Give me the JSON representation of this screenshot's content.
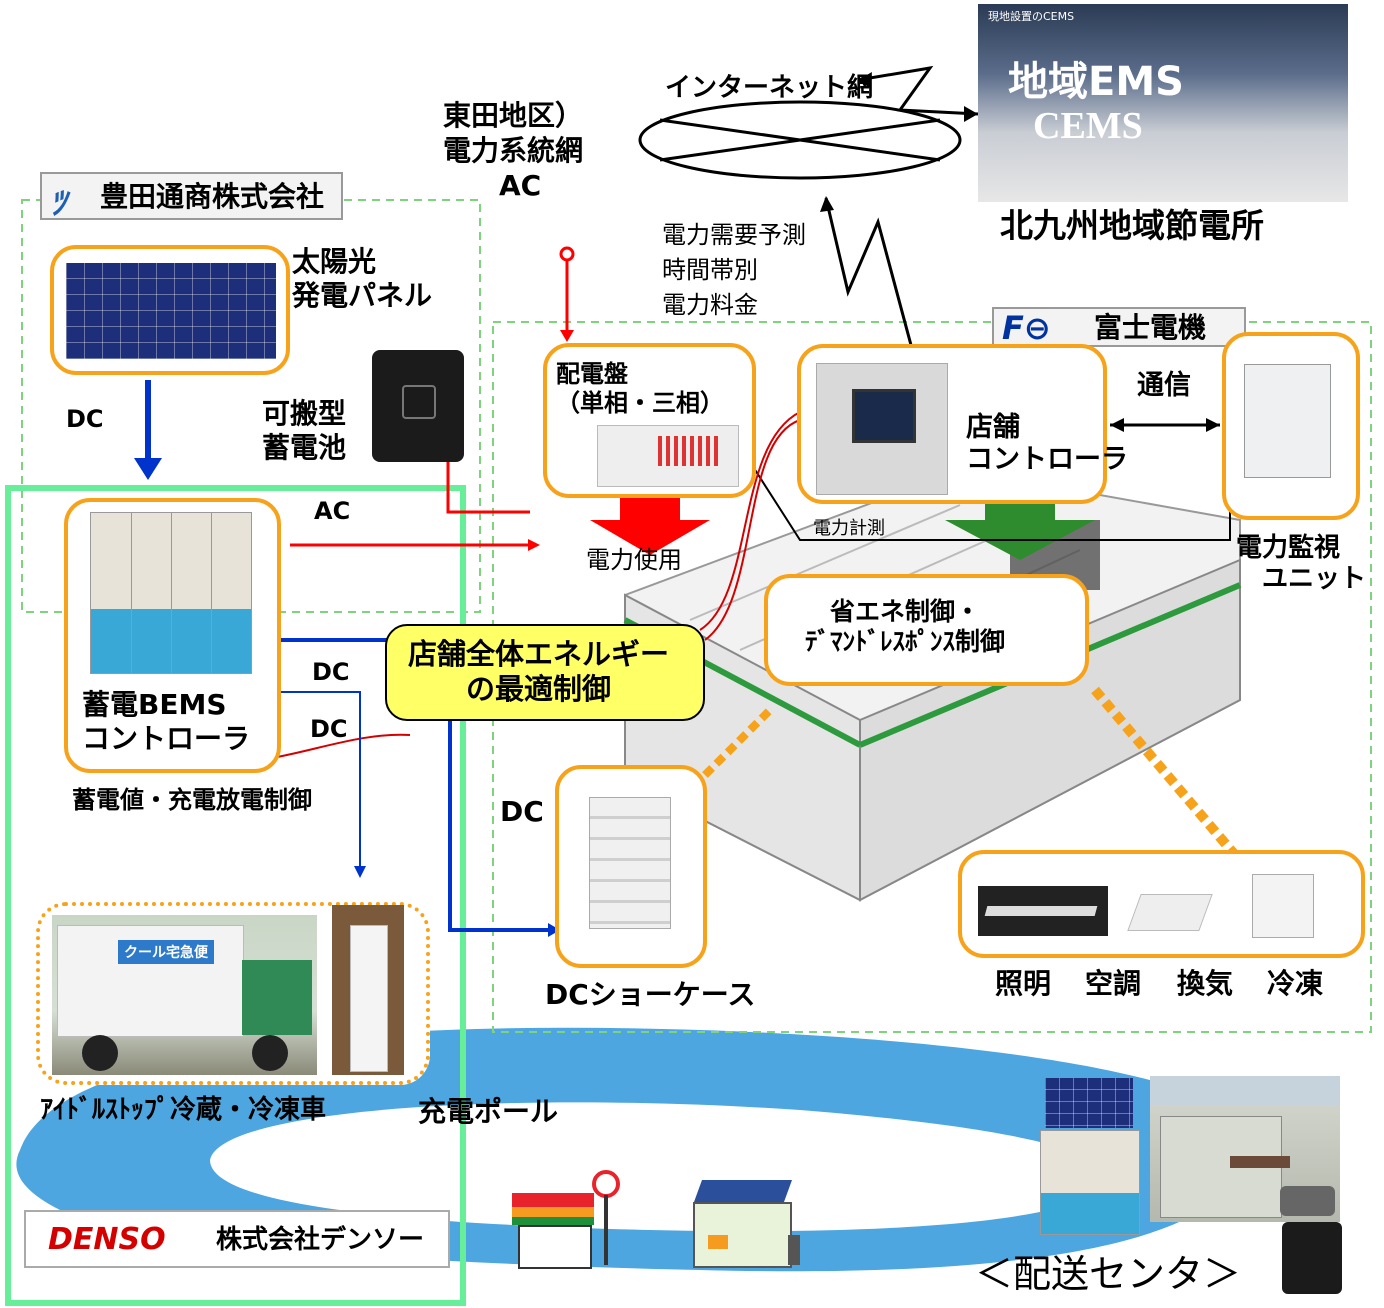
{
  "company_toyota": "豊田通商株式会社",
  "company_fuji": "富士電機",
  "company_denso_en": "DENSO",
  "company_denso_jp": "株式会社デンソー",
  "internet": "インターネット網",
  "grid": "東田地区）\n電力系統網\n　　AC",
  "cems_photo_caption": "現地設置のCEMS",
  "cems_title1": "地域EMS",
  "cems_title2": "CEMS",
  "cems_place": "北九州地域節電所",
  "info_from_cems": "電力需要予測\n時間帯別\n電力料金",
  "solar": "太陽光\n発電パネル",
  "dc1": "DC",
  "portable_battery": "可搬型\n蓄電池",
  "ac1": "AC",
  "switchboard": "配電盤\n（単相・三相）",
  "power_use": "電力使用",
  "store_controller": "店舗\nコントローラ",
  "communication": "通信",
  "power_monitor": "電力監視\n　ユニット",
  "power_measure": "電力計測",
  "energy_control": "省エネ制御・\nﾃﾞﾏﾝﾄﾞﾚｽﾎﾟﾝｽ制御",
  "bems_controller": "蓄電BEMS\nコントローラ",
  "dc2": "DC",
  "dc3": "DC",
  "optimal_control": "店舗全体エネルギー\nの最適制御",
  "storage_control": "蓄電値・充電放電制御",
  "dc4": "DC",
  "dc_showcase": "DCショーケース",
  "equipment": [
    "照明",
    "空調",
    "換気",
    "冷凍"
  ],
  "truck_sign": "クール宅急便",
  "truck": "ｱｲﾄﾞﾙｽﾄｯﾌﾟ冷蔵・冷凍車",
  "charge_pole": "充電ポール",
  "delivery_center": "＜配送センタ＞",
  "colors": {
    "orange": "#f7a21b",
    "yellow": "#ffff66",
    "ac_red": "#ff0000",
    "dc_blue": "#0033cc",
    "green_arrow": "#2e8b2e",
    "denso_red": "#d40000",
    "fuji_blue": "#0033a0"
  }
}
